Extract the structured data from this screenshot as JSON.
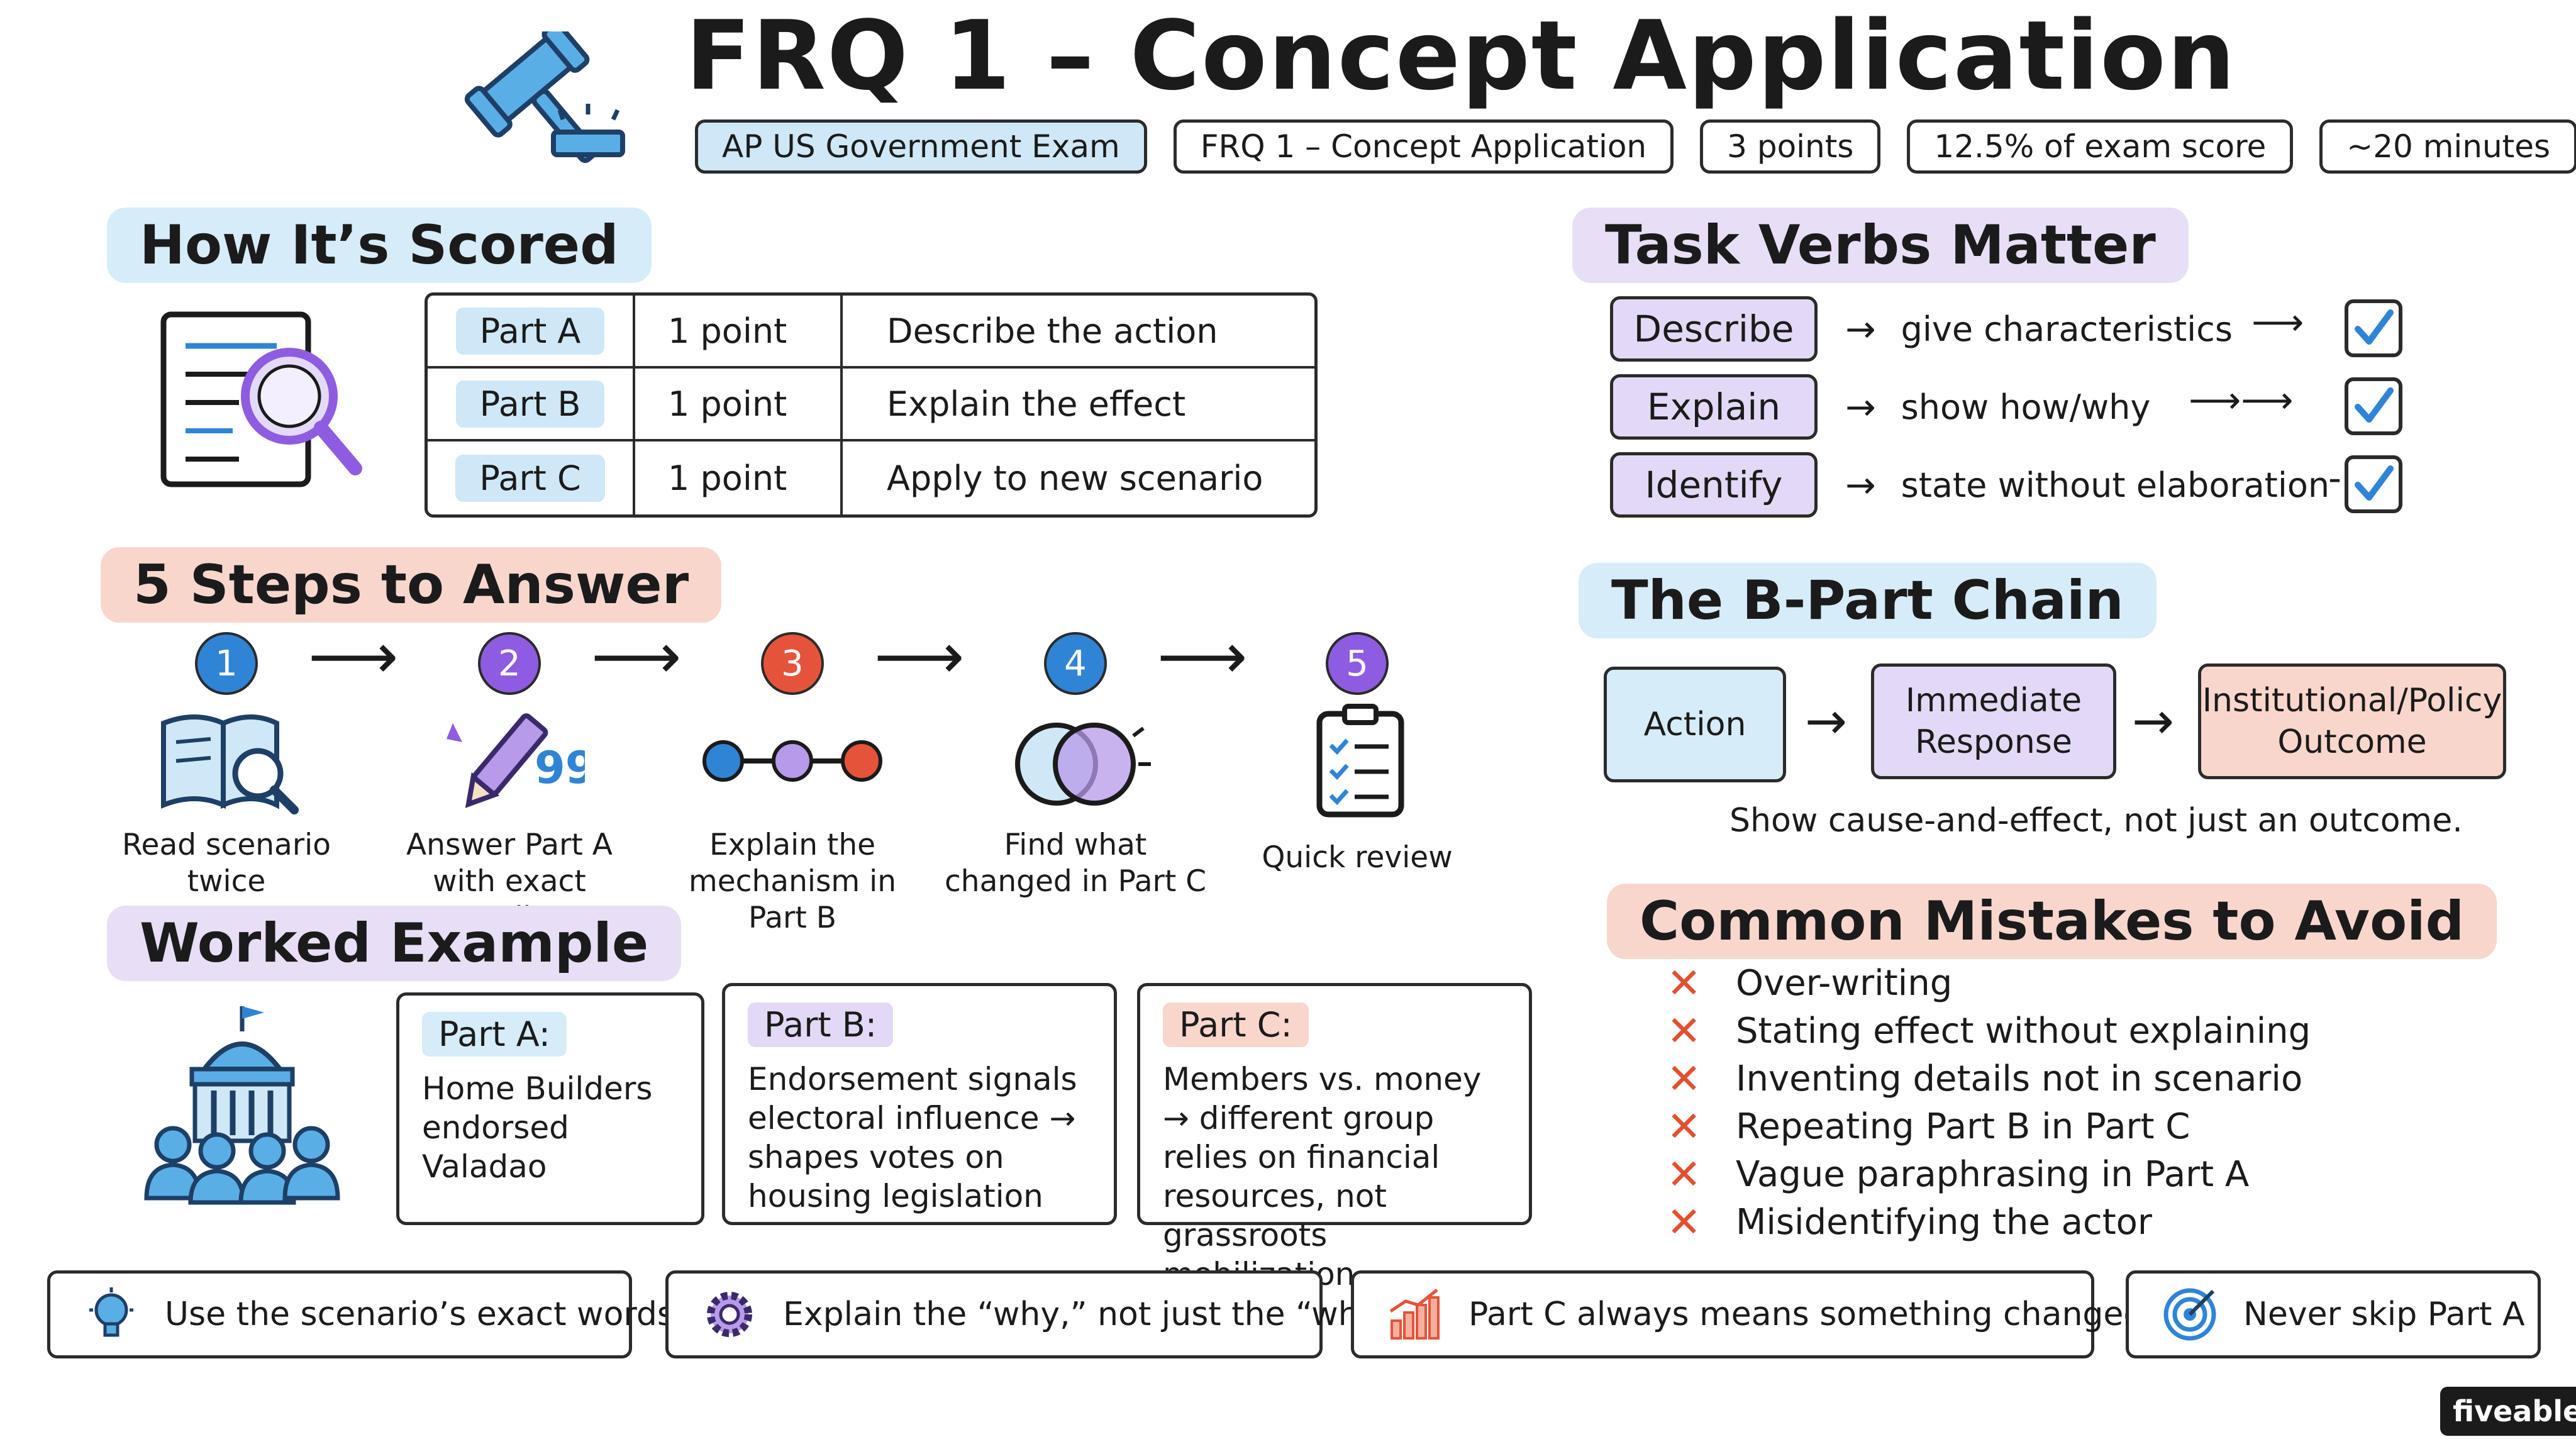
{
  "header": {
    "title": "FRQ 1 – Concept Application",
    "chips": [
      "AP US Government Exam",
      "FRQ 1 – Concept Application",
      "3 points",
      "12.5% of exam score",
      "~20 minutes"
    ]
  },
  "scored": {
    "heading": "How It’s Scored",
    "rows": [
      {
        "part": "Part A",
        "points": "1 point",
        "desc": "Describe the action"
      },
      {
        "part": "Part B",
        "points": "1 point",
        "desc": "Explain the effect"
      },
      {
        "part": "Part C",
        "points": "1 point",
        "desc": "Apply to new scenario"
      }
    ]
  },
  "verbs": {
    "heading": "Task Verbs Matter",
    "rows": [
      {
        "verb": "Describe",
        "meaning": "give characteristics"
      },
      {
        "verb": "Explain",
        "meaning": "show how/why"
      },
      {
        "verb": "Identify",
        "meaning": "state without elaboration"
      }
    ]
  },
  "steps": {
    "heading": "5 Steps to Answer",
    "items": [
      {
        "num": "1",
        "label": "Read scenario\ntwice",
        "color": "#2f84d6",
        "icon": "book-magnifier-icon"
      },
      {
        "num": "2",
        "label": "Answer Part A\nwith exact wording",
        "color": "#8e5ce0",
        "icon": "pencil-quote-icon"
      },
      {
        "num": "3",
        "label": "Explain the\nmechanism in Part B",
        "color": "#e4533a",
        "icon": "chain-nodes-icon"
      },
      {
        "num": "4",
        "label": "Find what\nchanged in Part C",
        "color": "#2f84d6",
        "icon": "venn-icon"
      },
      {
        "num": "5",
        "label": "Quick review",
        "color": "#8e5ce0",
        "icon": "checklist-icon"
      }
    ]
  },
  "chain": {
    "heading": "The B-Part Chain",
    "boxes": [
      {
        "label": "Action",
        "color": "#d6ecf8"
      },
      {
        "label": "Immediate\nResponse",
        "color": "#e3d9f6"
      },
      {
        "label": "Institutional/Policy\nOutcome",
        "color": "#f9d6cc"
      }
    ],
    "caption": "Show cause-and-effect, not just an outcome."
  },
  "example": {
    "heading": "Worked Example",
    "parts": [
      {
        "tag": "Part A:",
        "text": "Home Builders endorsed Valadao",
        "color": "#d6ecf8"
      },
      {
        "tag": "Part B:",
        "text": "Endorsement signals electoral influence → shapes votes on housing legislation",
        "color": "#e3d9f6"
      },
      {
        "tag": "Part C:",
        "text": "Members vs. money → different group relies on financial resources, not grassroots mobilization",
        "color": "#f9d6cc"
      }
    ]
  },
  "mistakes": {
    "heading": "Common Mistakes to Avoid",
    "items": [
      "Over-writing",
      "Stating effect without explaining",
      "Inventing details not in scenario",
      "Repeating Part B in Part C",
      "Vague paraphrasing in Part A",
      "Misidentifying the actor"
    ]
  },
  "tips": [
    {
      "text": "Use the scenario’s exact words",
      "icon": "lightbulb-icon"
    },
    {
      "text": "Explain the “why,” not just the “what”",
      "icon": "gear-icon"
    },
    {
      "text": "Part C always means something changed",
      "icon": "bar-chart-icon"
    },
    {
      "text": "Never skip Part A",
      "icon": "target-icon"
    }
  ],
  "brand": "fiveable",
  "colors": {
    "blue": "#2f84d6",
    "purple": "#8e5ce0",
    "red": "#e4533a",
    "mistake_x": "#e0512f"
  }
}
